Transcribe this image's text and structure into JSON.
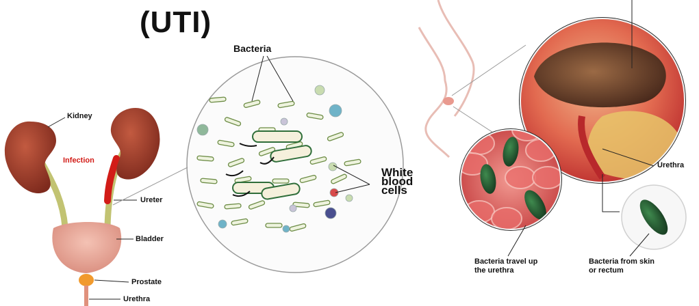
{
  "title": "(UTI)",
  "colors": {
    "kidney": "#9b3a2a",
    "ureter": "#c2c372",
    "bladder": "#e7a79a",
    "prostate": "#f19a2d",
    "infection": "#d21c17",
    "bacteria_green": "#2b5d35",
    "wbc_blue": "#6fb3c8"
  },
  "urinary_diagram": {
    "labels": {
      "kidney": "Kidney",
      "infection": "Infection",
      "ureter": "Ureter",
      "bladder": "Bladder",
      "prostate": "Prostate",
      "urethra": "Urethra"
    }
  },
  "microscope_view": {
    "labels": {
      "bacteria": "Bacteria",
      "white_blood_cells": "White blood cells"
    }
  },
  "infection_path": {
    "labels": {
      "urethra": "Urethra",
      "bacteria_travel": "Bacteria travel up the urethra",
      "bacteria_from": "Bacteria from skin or rectum"
    }
  }
}
